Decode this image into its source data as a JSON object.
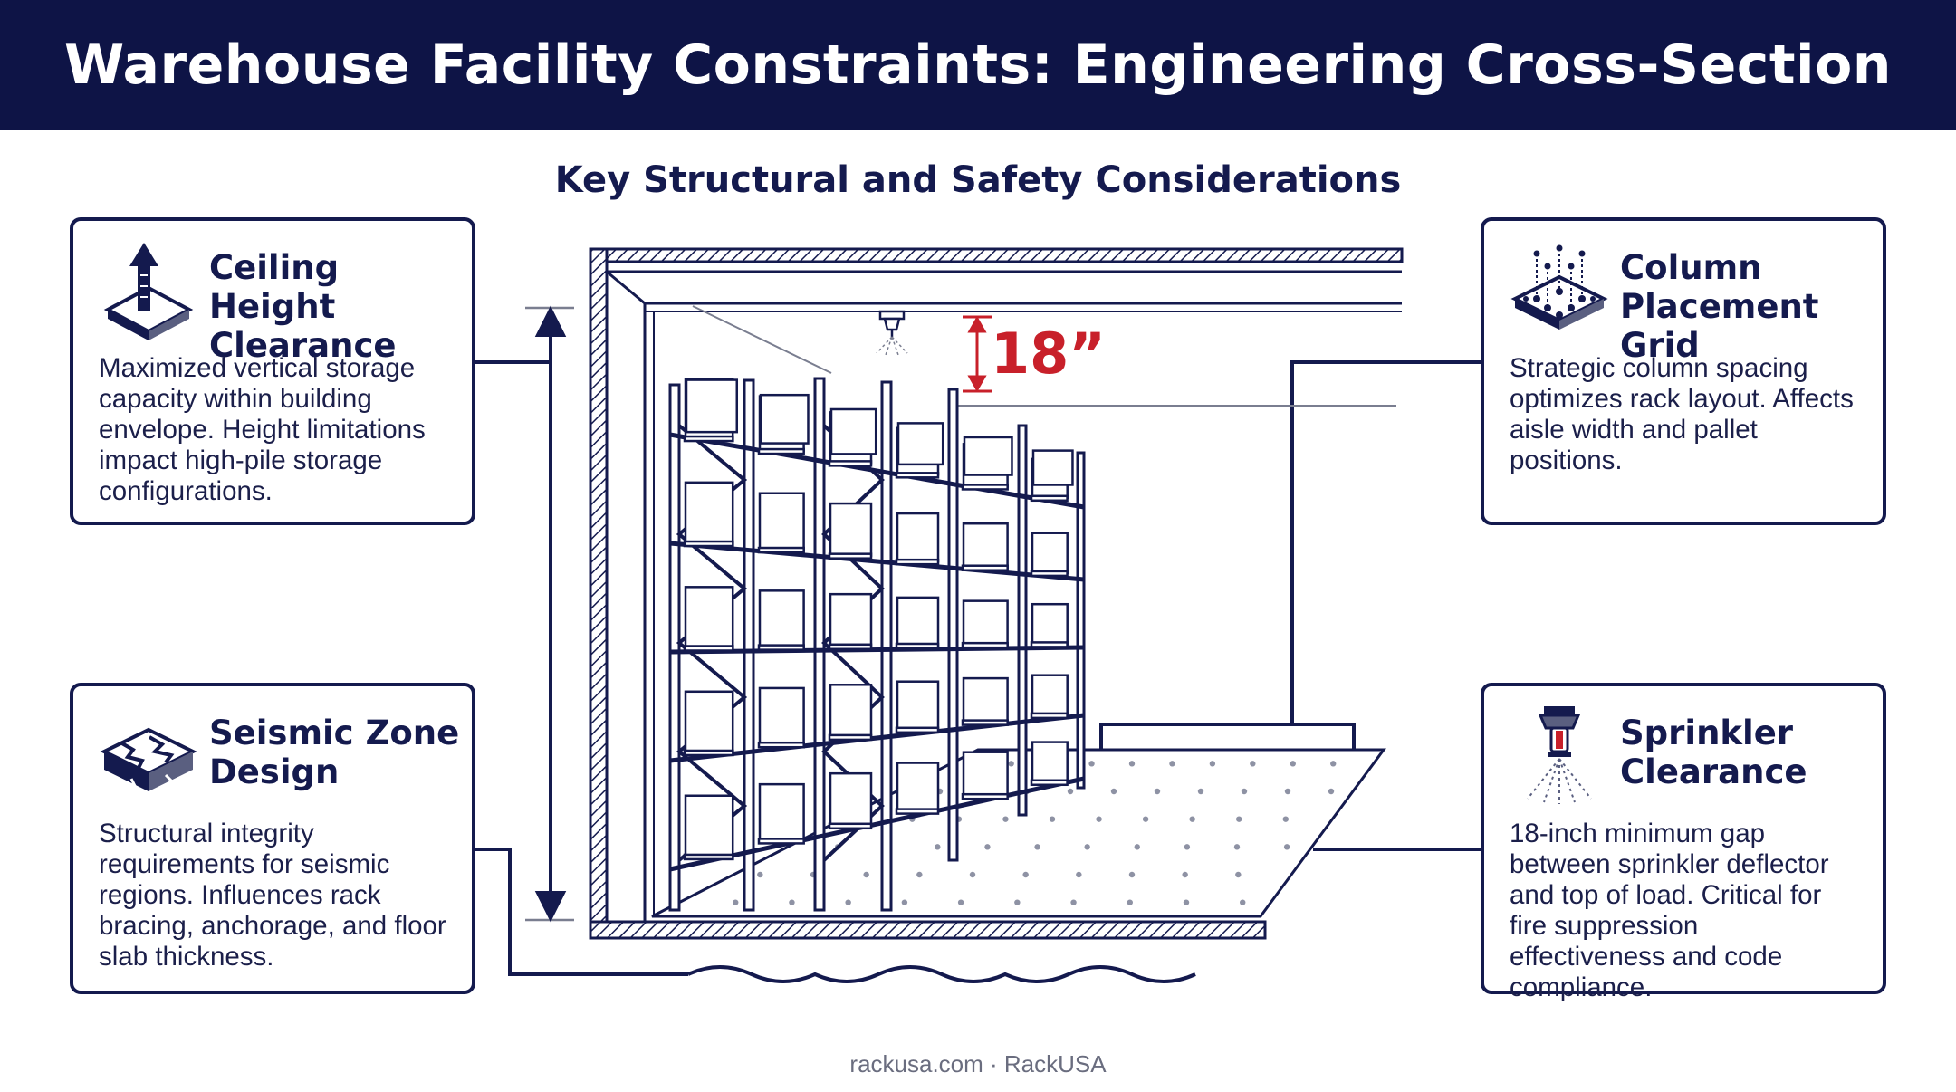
{
  "header": {
    "title": "Warehouse Facility Constraints: Engineering Cross-Section"
  },
  "subtitle": "Key Structural and Safety Considerations",
  "diagram": {
    "clearance_label": "18”"
  },
  "cards": {
    "ceiling": {
      "title": "Ceiling Height Clearance",
      "body": "Maximized vertical storage capacity within building envelope. Height limitations impact high-pile storage configurations.",
      "icon": "height-arrow-icon"
    },
    "column": {
      "title": "Column Placement Grid",
      "body": "Strategic column spacing optimizes rack layout. Affects aisle width and pallet positions.",
      "icon": "column-grid-icon"
    },
    "seismic": {
      "title": "Seismic Zone Design",
      "body": "Structural integrity requirements for seismic regions. Influences rack bracing, anchorage, and floor slab thickness.",
      "icon": "seismic-crack-icon"
    },
    "sprinkler": {
      "title": "Sprinkler Clearance",
      "body": "18-inch minimum gap between sprinkler deflector and top of load. Critical for fire suppression effectiveness and code compliance.",
      "icon": "sprinkler-head-icon"
    }
  },
  "colors": {
    "navy": "#0e1446",
    "accent_red": "#c8202a",
    "line": "#141a4e"
  },
  "footer": "rackusa.com · RackUSA"
}
